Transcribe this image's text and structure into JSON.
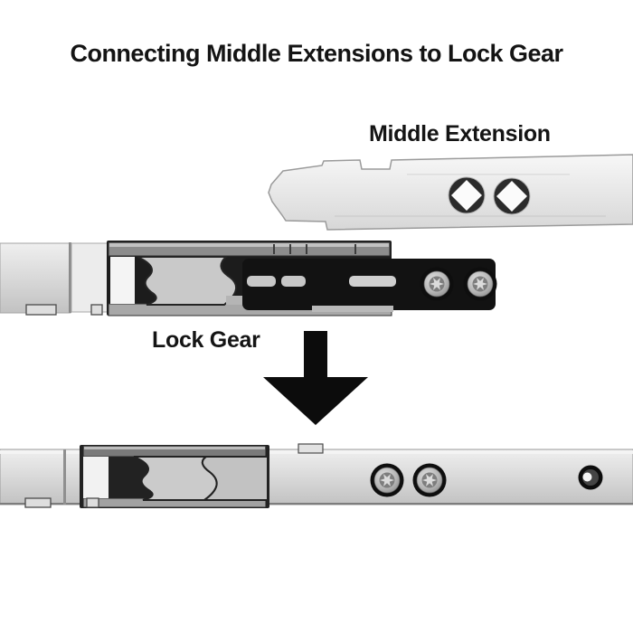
{
  "title": "Connecting Middle Extensions to Lock Gear",
  "labels": {
    "middle_extension": "Middle Extension",
    "lock_gear": "Lock Gear"
  },
  "arrow": {
    "name": "down-arrow-icon",
    "direction": "down",
    "color": "#0c0c0c"
  },
  "parts": {
    "middle_extension": {
      "description": "flat metal strip with pointed left tip, top notch and two round spindle holes with square cutouts",
      "hole_count": 2
    },
    "lock_gear": {
      "description": "metal channel with dovetail gear plates and black adjustable connector strip",
      "screw_count": 2,
      "screw_type": "torx"
    },
    "assembled": {
      "description": "middle extension fastened to lock gear with two torx screws and one round hole visible",
      "screw_count": 2,
      "hole_count": 1
    }
  },
  "colors": {
    "background": "#ffffff",
    "text": "#141414",
    "arrow": "#0c0c0c",
    "metal_light": "#e8e8e8",
    "metal_mid": "#c9c9c9",
    "metal_dark": "#8c8c8c",
    "connector_black": "#141414",
    "outline": "#2a2a2a"
  }
}
